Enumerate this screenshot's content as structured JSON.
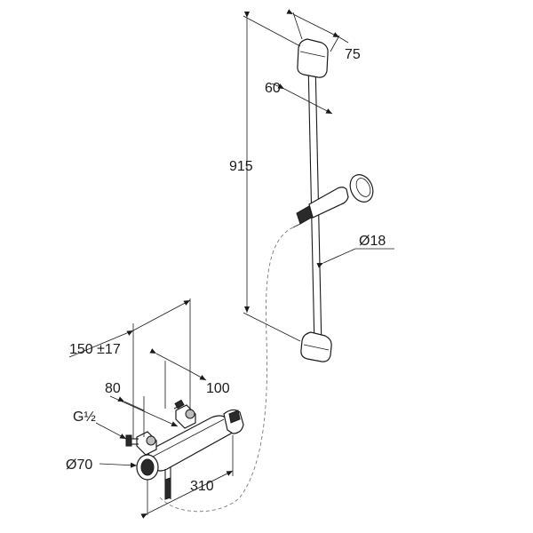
{
  "dimensions": {
    "rail_depth": "75",
    "rail_offset": "60",
    "rail_height": "915",
    "rail_diameter": "Ø18",
    "connection_spacing": "150 ±17",
    "valve_depth": "80",
    "outlet_depth": "100",
    "thread_size": "G½",
    "escutcheon_diameter": "Ø70",
    "mixer_width": "310"
  }
}
